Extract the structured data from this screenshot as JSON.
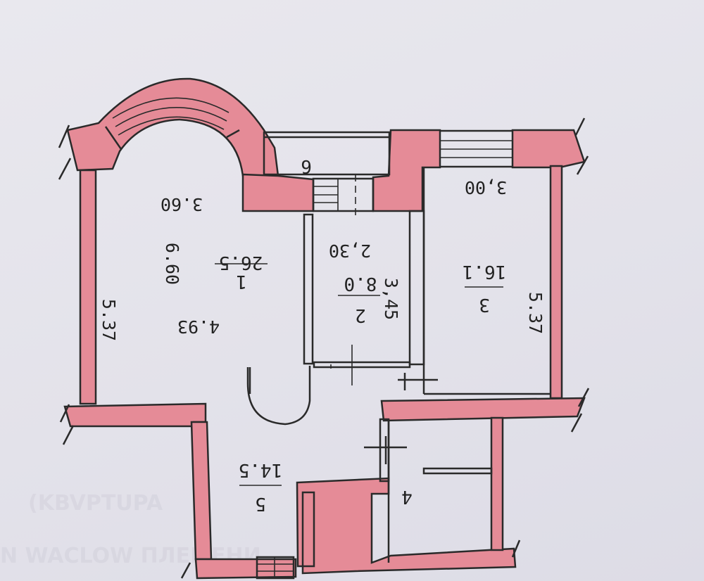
{
  "plan": {
    "closet_number": "6",
    "rooms": [
      {
        "id": "1",
        "number": "1",
        "area": "26.5"
      },
      {
        "id": "2",
        "number": "2",
        "area": "8.0"
      },
      {
        "id": "3",
        "number": "3",
        "area": "16.1"
      },
      {
        "id": "4",
        "number": "4"
      },
      {
        "id": "5",
        "number": "5",
        "area": "14.5"
      }
    ],
    "dimensions": {
      "room1_top": "3.60",
      "room1_depth": "6.60",
      "room1_width": "4.93",
      "left_height": "5.37",
      "room2_width": "2,30",
      "room2_height": "3,45",
      "room3_width": "3,00",
      "right_height": "5.37"
    },
    "background_text": [
      "(KBVPTUPA",
      "N WACLOW   ПЛЕМЕНИ"
    ],
    "colors": {
      "wall_fill": "#e58b97",
      "line": "#2a2a2a",
      "paper": "#e6e5ec"
    }
  }
}
